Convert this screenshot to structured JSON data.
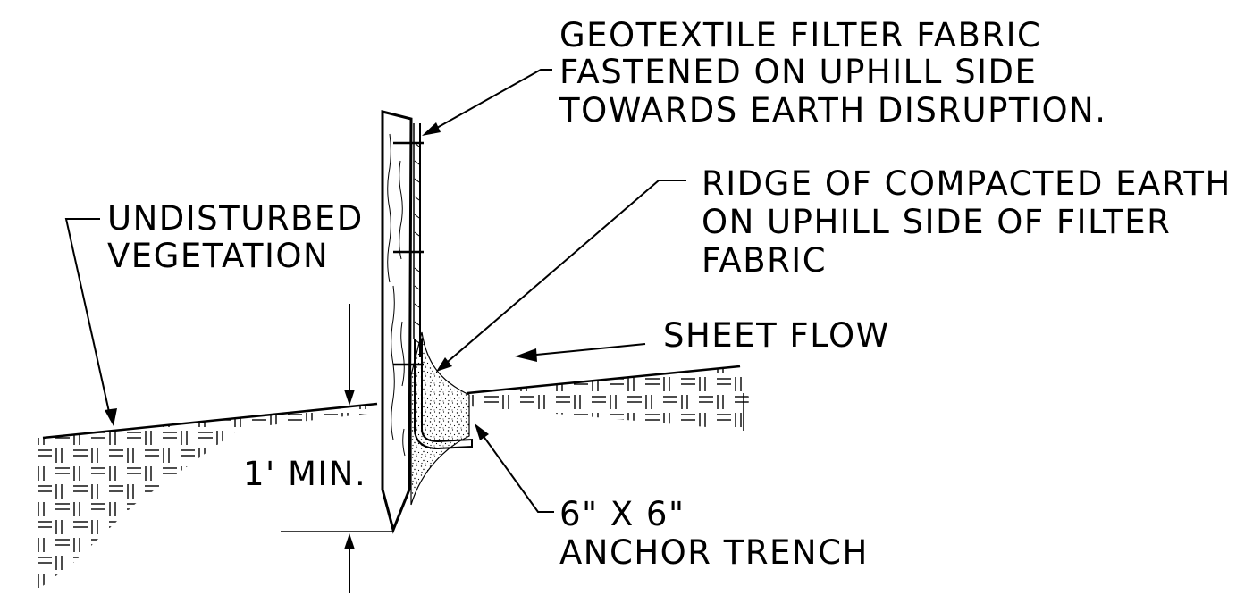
{
  "labels": {
    "geotextile": [
      "GEOTEXTILE FILTER FABRIC",
      "FASTENED ON UPHILL SIDE",
      "TOWARDS EARTH DISRUPTION."
    ],
    "ridge": [
      "RIDGE OF COMPACTED EARTH",
      "ON UPHILL SIDE OF FILTER",
      "FABRIC"
    ],
    "vegetation": [
      "UNDISTURBED",
      "VEGETATION"
    ],
    "sheet_flow": "SHEET FLOW",
    "depth": "1' MIN.",
    "trench": [
      "6\" X 6\"",
      "ANCHOR TRENCH"
    ]
  },
  "colors": {
    "ink": "#000000",
    "background": "#ffffff"
  }
}
